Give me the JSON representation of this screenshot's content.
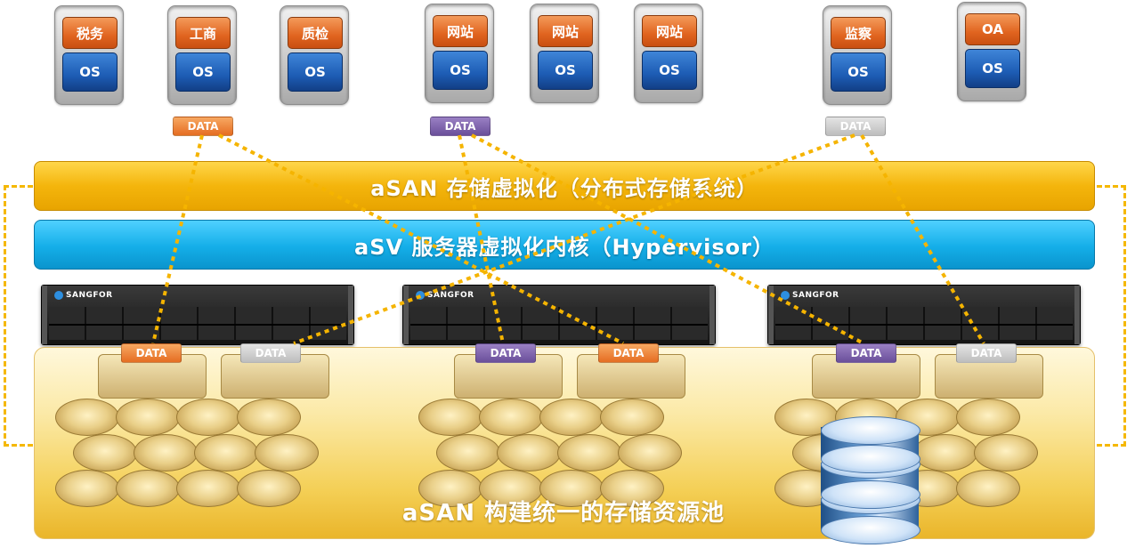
{
  "vms": [
    {
      "app": "税务",
      "os": "OS"
    },
    {
      "app": "工商",
      "os": "OS"
    },
    {
      "app": "质检",
      "os": "OS"
    },
    {
      "app": "网站",
      "os": "OS"
    },
    {
      "app": "网站",
      "os": "OS"
    },
    {
      "app": "网站",
      "os": "OS"
    },
    {
      "app": "监察",
      "os": "OS"
    },
    {
      "app": "OA",
      "os": "OS"
    }
  ],
  "vm_data_tags": [
    {
      "label": "DATA",
      "color": "orange"
    },
    {
      "label": "DATA",
      "color": "purple"
    },
    {
      "label": "DATA",
      "color": "gray"
    }
  ],
  "layers": {
    "asan_bar": "aSAN 存储虚拟化（分布式存储系统）",
    "asv_bar": "aSV 服务器虚拟化内核（Hypervisor）"
  },
  "servers": [
    {
      "brand": "SANGFOR"
    },
    {
      "brand": "SANGFOR"
    },
    {
      "brand": "SANGFOR"
    }
  ],
  "disk_data_tags": [
    {
      "label": "DATA",
      "color": "orange"
    },
    {
      "label": "DATA",
      "color": "gray"
    },
    {
      "label": "DATA",
      "color": "purple"
    },
    {
      "label": "DATA",
      "color": "orange"
    },
    {
      "label": "DATA",
      "color": "purple"
    },
    {
      "label": "DATA",
      "color": "gray"
    }
  ],
  "pool_label": "aSAN 构建统一的存储资源池",
  "colors": {
    "orange": "#e56d22",
    "purple": "#6a4f9a",
    "gray": "#bdbdbd",
    "asan_bar": "#f4b50c",
    "asv_bar": "#14aee8",
    "os_blue": "#1d5cb4"
  }
}
